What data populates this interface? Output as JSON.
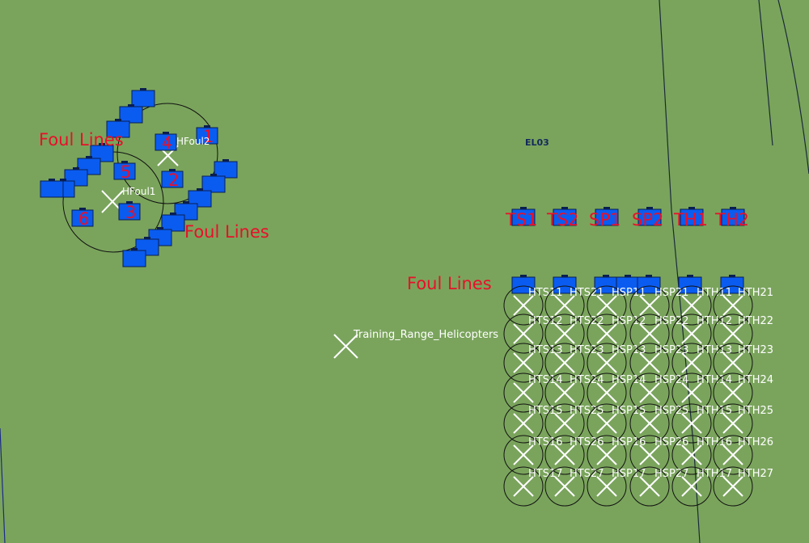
{
  "map": {
    "background": "#7aa45c",
    "unit_color": "#0a5cf0",
    "label_white": "#ffffff",
    "label_red": "#e8102a",
    "label_navy": "#14285c"
  },
  "labels": {
    "foul_lines_1": "Foul Lines",
    "foul_lines_2": "Foul Lines",
    "foul_lines_3": "Foul Lines",
    "hfoul1": "HFoul1",
    "hfoul2": "HFoul2",
    "el03": "EL03",
    "training_range": "Training_Range_Helicopters"
  },
  "pad_numbers": [
    "1",
    "2",
    "3",
    "4",
    "5",
    "6"
  ],
  "range_columns": [
    "TS1",
    "TS2",
    "SP1",
    "SP2",
    "TH1",
    "TH2"
  ],
  "range_points": [
    [
      "HTS11",
      "HTS21",
      "HSP11",
      "HSP21",
      "HTH11",
      "HTH21"
    ],
    [
      "HTS12",
      "HTS22",
      "HSP12",
      "HSP22",
      "HTH12",
      "HTH22"
    ],
    [
      "HTS13",
      "HTS23",
      "HSP13",
      "HSP23",
      "HTH13",
      "HTH23"
    ],
    [
      "HTS14",
      "HTS24",
      "HSP14",
      "HSP24",
      "HTH14",
      "HTH24"
    ],
    [
      "HTS15",
      "HTS25",
      "HSP15",
      "HSP25",
      "HTH15",
      "HTH25"
    ],
    [
      "HTS16",
      "HTS26",
      "HSP16",
      "HSP26",
      "HTH16",
      "HTH26"
    ],
    [
      "HTS17",
      "HTS27",
      "HSP17",
      "HSP27",
      "HTH17",
      "HTH27"
    ]
  ]
}
